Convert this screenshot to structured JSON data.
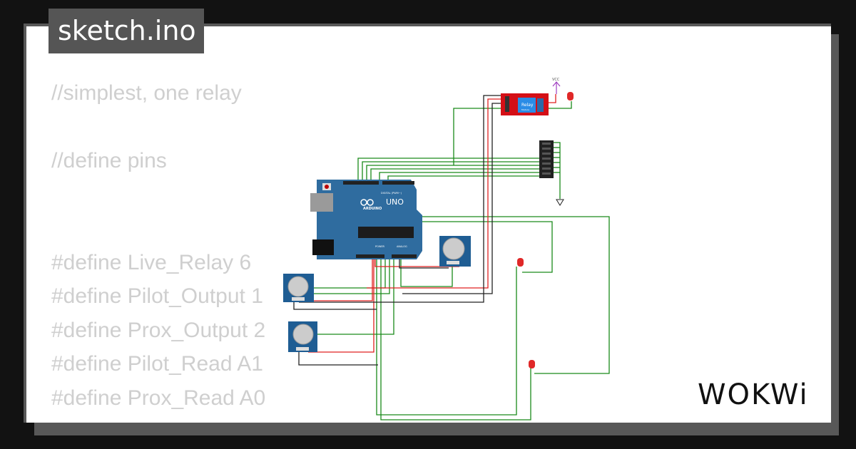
{
  "file_tab": {
    "label": "sketch.ino"
  },
  "code_lines": [
    "//simplest, one relay",
    "",
    "//define pins",
    "",
    "",
    "#define Live_Relay 6",
    "#define Pilot_Output 1",
    "#define Prox_Output 2",
    "#define Pilot_Read A1",
    "#define Prox_Read A0"
  ],
  "circuit": {
    "board_label": "UNO",
    "board_brand": "ARDUINO",
    "digital_label": "DIGITAL (PWM~)",
    "power_label": "POWER",
    "analog_label": "ANALOG",
    "relay_label": "Relay",
    "relay_sub": "Module",
    "vcc_label": "VCC",
    "colors": {
      "board": "#2f6c9f",
      "relay": "#d40f16",
      "wire_green": "#1a8a1a",
      "wire_red": "#e02020",
      "wire_black": "#222222",
      "led": "#e02828"
    }
  },
  "brand": {
    "logo_text": "WOKWI"
  }
}
